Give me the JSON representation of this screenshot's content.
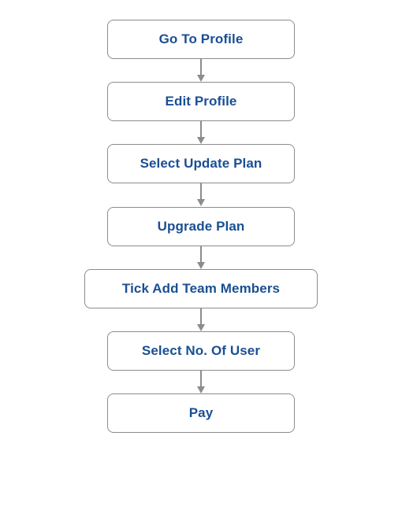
{
  "flowchart": {
    "steps": [
      {
        "label": "Go To Profile"
      },
      {
        "label": "Edit Profile"
      },
      {
        "label": "Select Update Plan"
      },
      {
        "label": "Upgrade Plan"
      },
      {
        "label": "Tick Add Team Members"
      },
      {
        "label": "Select No. Of User"
      },
      {
        "label": "Pay"
      }
    ]
  },
  "colors": {
    "text": "#1a4f93",
    "border": "#8c8c8c",
    "arrow": "#8c8c8c",
    "background": "#ffffff"
  }
}
